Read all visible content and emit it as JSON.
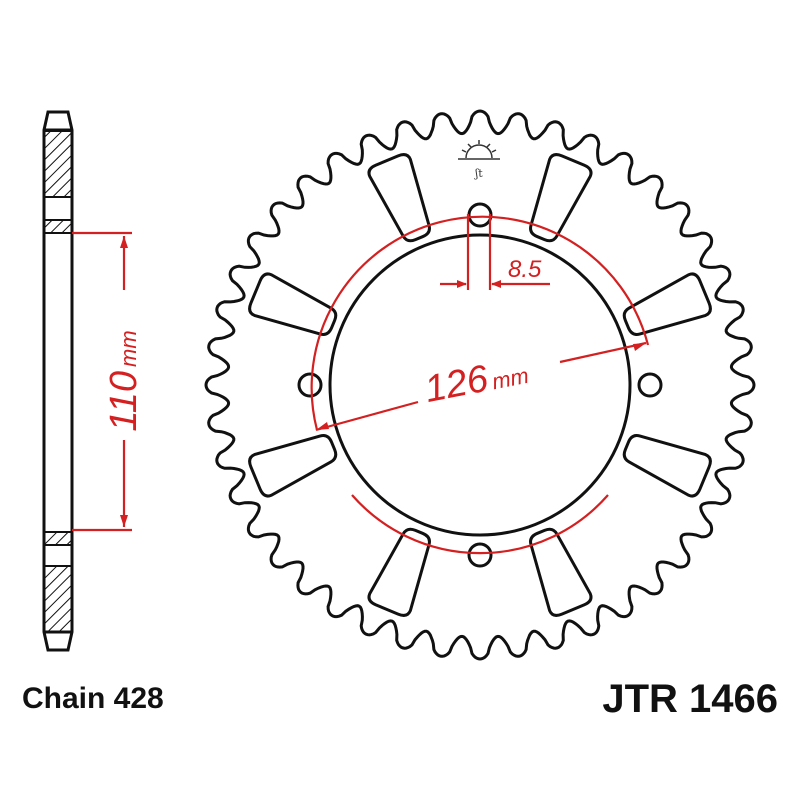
{
  "chain_label": "Chain 428",
  "part_number": "JTR 1466",
  "dimensions": {
    "bore_value": "110",
    "bore_unit": "mm",
    "pcd_value": "126",
    "pcd_unit": "mm",
    "bolt_hole_value": "8.5"
  },
  "colors": {
    "outline": "#111111",
    "dimension": "#d42020"
  },
  "sprocket": {
    "teeth": 44,
    "bolt_holes": 4,
    "lightening_slots": 8
  }
}
